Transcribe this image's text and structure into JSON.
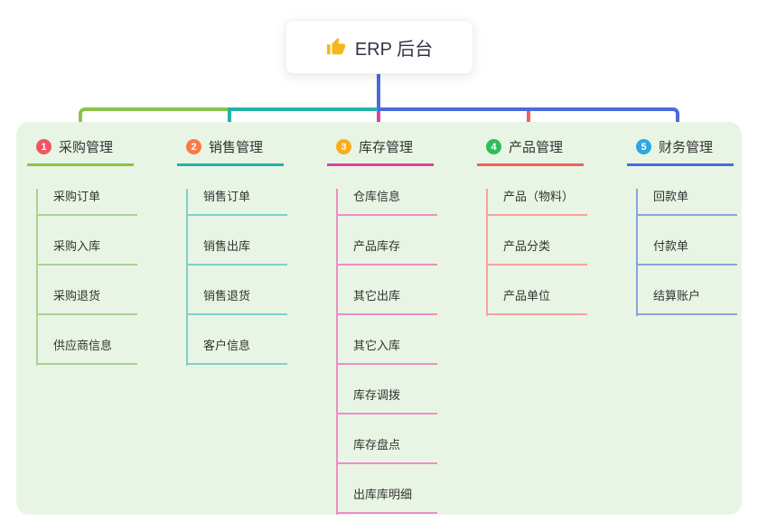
{
  "root": {
    "label": "ERP 后台",
    "icon": "thumbs-up",
    "icon_color": "#f5b817"
  },
  "panel": {
    "background": "#e8f5e4"
  },
  "branches": [
    {
      "num": "1",
      "title": "采购管理",
      "color": "#8bc34a",
      "light": "#a9d394",
      "badge": "#f25665",
      "items": [
        "采购订单",
        "采购入库",
        "采购退货",
        "供应商信息"
      ]
    },
    {
      "num": "2",
      "title": "销售管理",
      "color": "#23b3a6",
      "light": "#7fd0c8",
      "badge": "#f97b45",
      "items": [
        "销售订单",
        "销售出库",
        "销售退货",
        "客户信息"
      ]
    },
    {
      "num": "3",
      "title": "库存管理",
      "color": "#d843a2",
      "light": "#ee8ec5",
      "badge": "#fbab1c",
      "items": [
        "仓库信息",
        "产品库存",
        "其它出库",
        "其它入库",
        "库存调拨",
        "库存盘点",
        "出库库明细"
      ]
    },
    {
      "num": "4",
      "title": "产品管理",
      "color": "#f15f5f",
      "light": "#f7a29b",
      "badge": "#2dbe59",
      "items": [
        "产品（物料）",
        "产品分类",
        "产品单位"
      ]
    },
    {
      "num": "5",
      "title": "财务管理",
      "color": "#4a6bdb",
      "light": "#8ba3de",
      "badge": "#2ea6e0",
      "items": [
        "回款单",
        "付款单",
        "结算账户"
      ]
    }
  ]
}
